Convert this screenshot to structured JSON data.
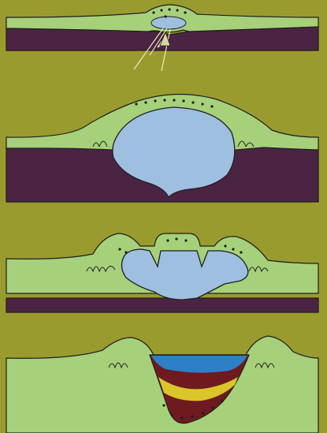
{
  "colors": {
    "background": "#9a9b2f",
    "crust": "#a6d07a",
    "basement": "#4c2443",
    "magma": "#9fbfe0",
    "outline": "#1e1e1e",
    "water": "#2f7fc8",
    "sediment_red": "#6f1a1f",
    "sediment_yellow": "#d9c62a"
  },
  "panels": [
    {
      "stage": 1,
      "feature": "magma-reservoir-with-feeder"
    },
    {
      "stage": 2,
      "feature": "inflated-magma-chamber"
    },
    {
      "stage": 3,
      "feature": "collapsing-caldera"
    },
    {
      "stage": 4,
      "feature": "caldera-lake-with-sediments"
    }
  ]
}
